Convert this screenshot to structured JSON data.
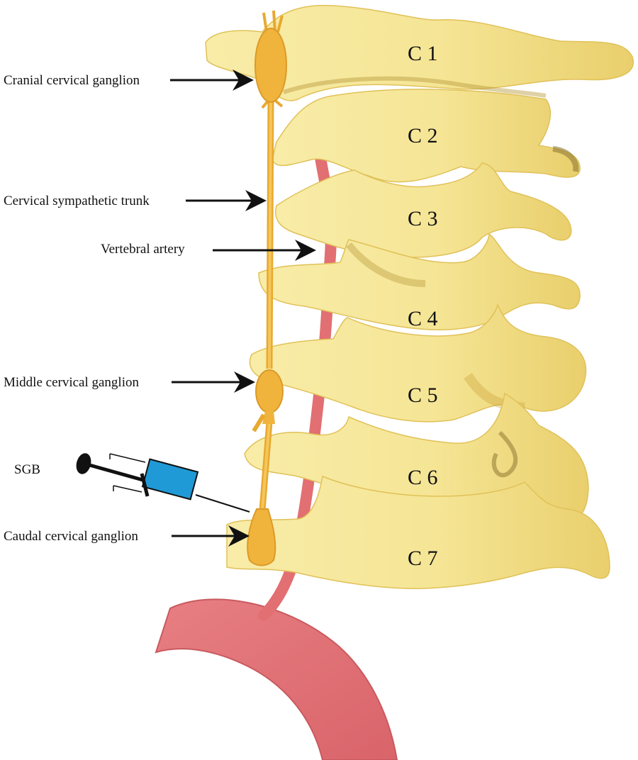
{
  "labels": {
    "cranial_ganglion": "Cranial cervical ganglion",
    "sympathetic_trunk": "Cervical sympathetic trunk",
    "vertebral_artery": "Vertebral artery",
    "middle_ganglion": "Middle cervical ganglion",
    "sgb": "SGB",
    "caudal_ganglion": "Caudal cervical ganglion"
  },
  "vertebrae": [
    "C 1",
    "C 2",
    "C 3",
    "C 4",
    "C 5",
    "C 6",
    "C 7"
  ],
  "colors": {
    "bone": "#f6e79a",
    "bone_shade": "#d9b64a",
    "nerve": "#f0b43c",
    "artery": "#e26f72",
    "syringe_barrel": "#1f9ad6",
    "arrow": "#111111"
  }
}
